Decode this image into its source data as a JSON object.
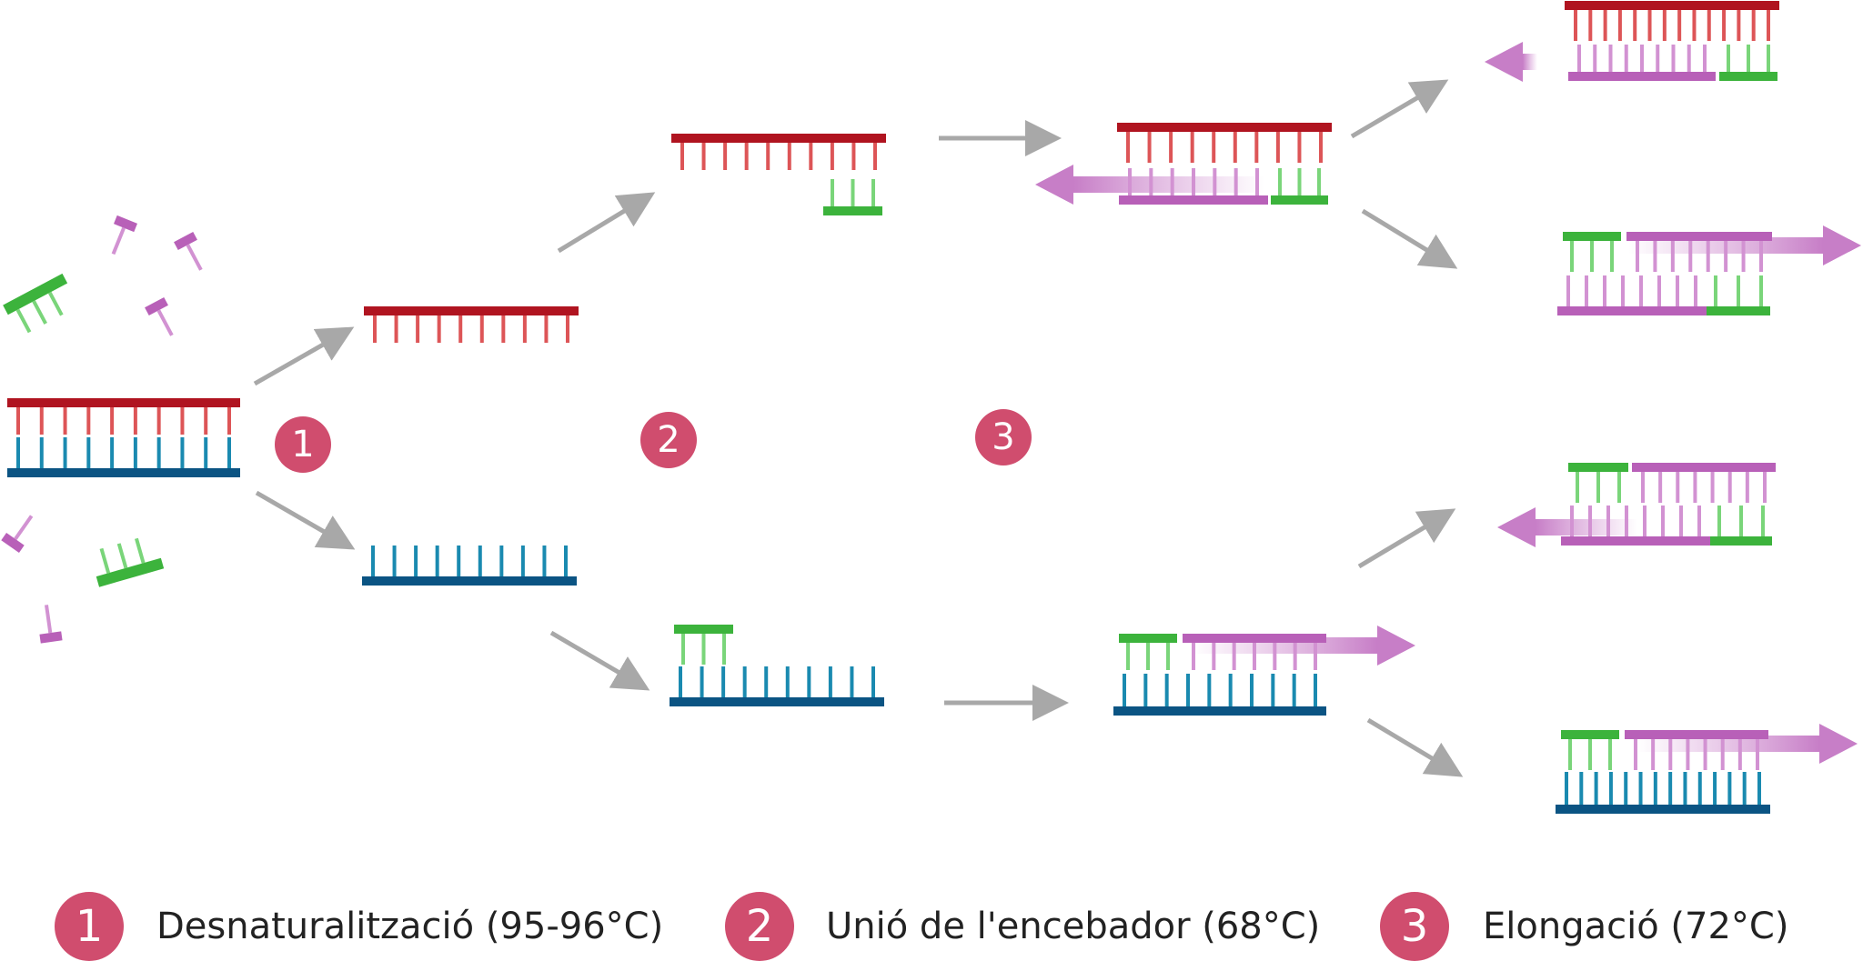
{
  "steps": [
    {
      "number": "1",
      "label": "Desnaturalització (95-96°C)"
    },
    {
      "number": "2",
      "label": "Unió de l'encebador (68°C)"
    },
    {
      "number": "3",
      "label": "Elongació (72°C)"
    }
  ],
  "colors": {
    "template_top": "#b01420",
    "template_top_teeth": "#dd5557",
    "template_bottom": "#0b5483",
    "template_bottom_teeth": "#1a8ab0",
    "primer": "#3cb33c",
    "primer_teeth": "#7ad57a",
    "new_strand": "#b860b8",
    "new_strand_teeth": "#d292d2",
    "badge": "#d04d6e",
    "arrow": "#a8a8a8"
  }
}
